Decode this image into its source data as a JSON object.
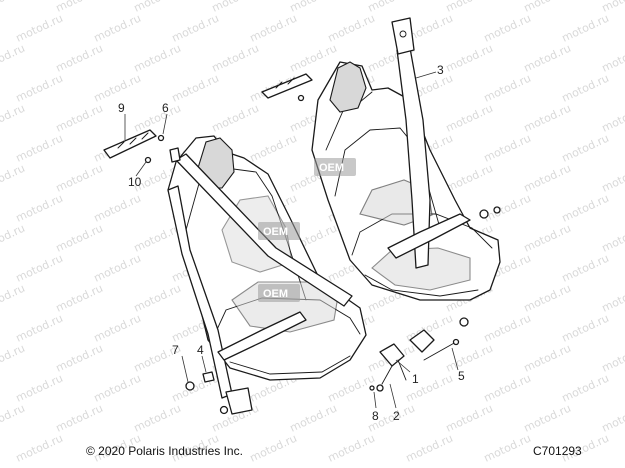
{
  "watermark": "motod.ru",
  "oem_marks": [
    "OEM",
    "OEM",
    "OEM"
  ],
  "callouts": {
    "c1": "1",
    "c2": "2",
    "c3": "3",
    "c4": "4",
    "c5": "5",
    "c6": "6",
    "c7": "7",
    "c8": "8",
    "c9": "9",
    "c10": "10"
  },
  "footer": {
    "copyright": "© 2020 Polaris Industries Inc.",
    "diagram_id": "C701293"
  }
}
